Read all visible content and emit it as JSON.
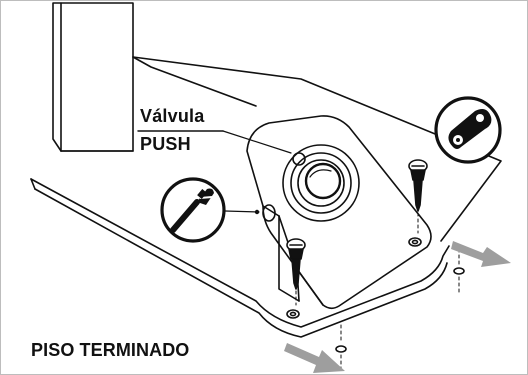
{
  "labels": {
    "valve_name": "Válvula",
    "valve_type": "PUSH",
    "floor_label": "PISO TERMINADO"
  },
  "icons": {
    "wrench": "pipe-wrench-icon",
    "cam": "cam-lever-icon"
  },
  "colors": {
    "line": "#111111",
    "arrow": "#9e9e9e",
    "border": "#bdbdbd"
  }
}
